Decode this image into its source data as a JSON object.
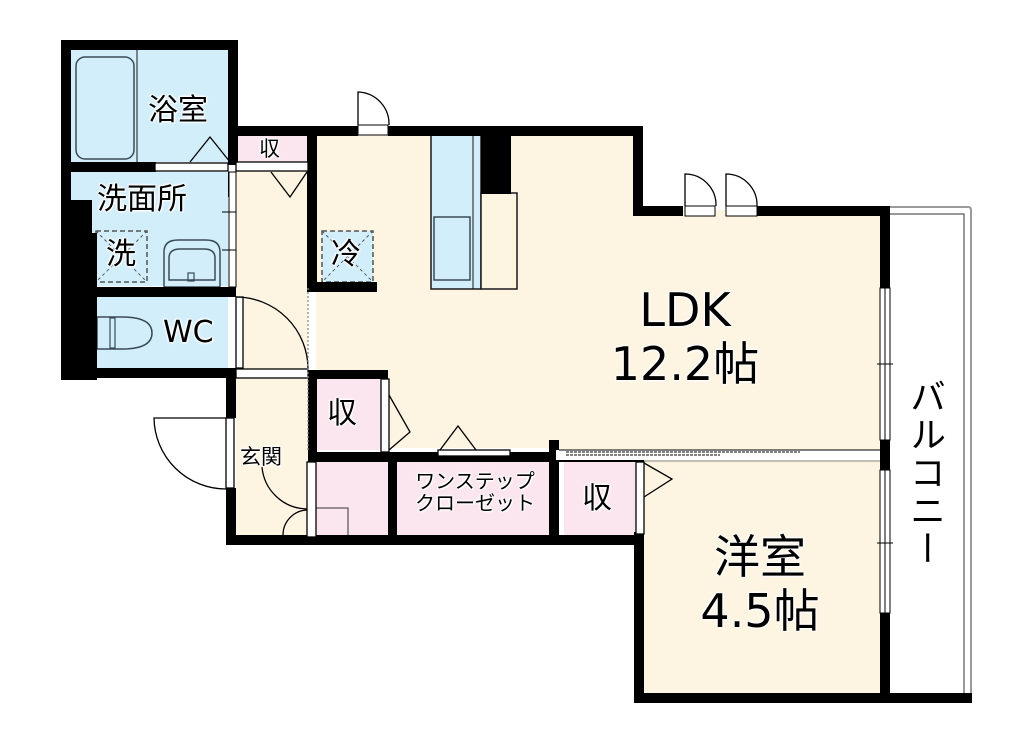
{
  "plan": {
    "colors": {
      "wall": "#000000",
      "living_floor": "#fdf4e1",
      "wet_area": "#d2eefb",
      "storage": "#fbe6ef",
      "balcony": "#ffffff"
    },
    "rooms": {
      "bath": {
        "label": "浴室"
      },
      "washroom": {
        "label": "洗面所"
      },
      "washer": {
        "label": "洗"
      },
      "wc": {
        "label": "WC"
      },
      "fridge": {
        "label": "冷"
      },
      "storage_top": {
        "label": "収"
      },
      "storage_hall": {
        "label": "収"
      },
      "entrance": {
        "label": "玄関"
      },
      "one_step_closet": {
        "label_line1": "ワンステップ",
        "label_line2": "クローゼット"
      },
      "storage_bedroom": {
        "label": "収"
      },
      "ldk": {
        "label": "LDK",
        "size": "12.2帖"
      },
      "western_room": {
        "label": "洋室",
        "size": "4.5帖"
      },
      "balcony": {
        "label": "バルコニー"
      }
    }
  }
}
